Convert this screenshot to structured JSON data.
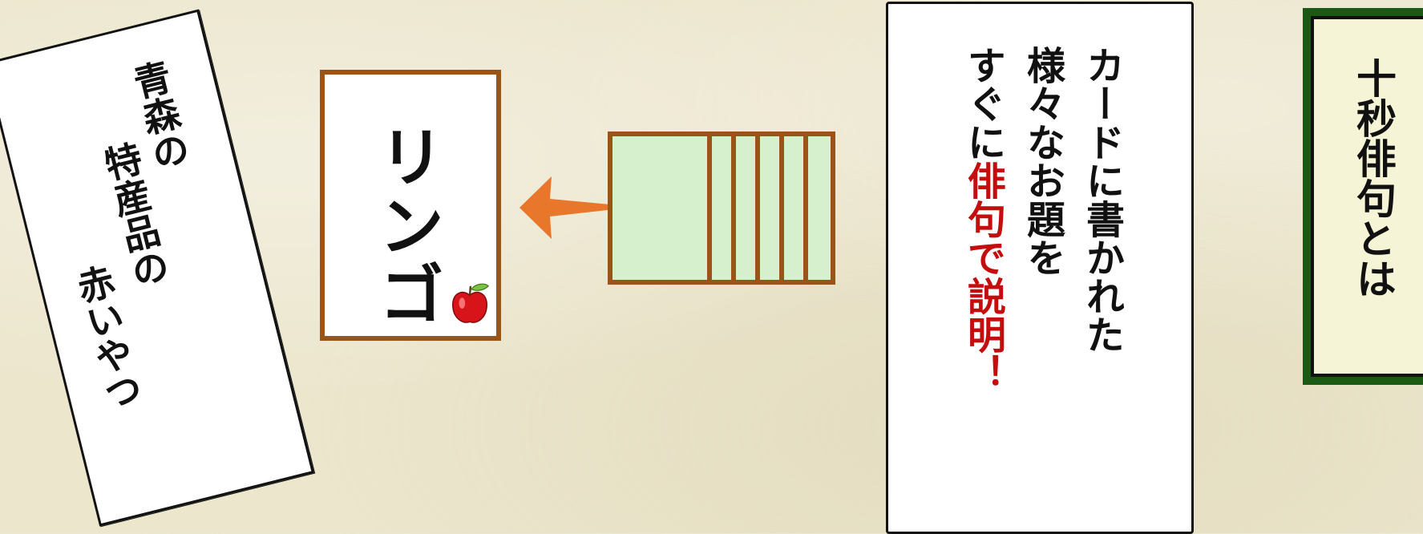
{
  "tanzaku": {
    "lines": [
      "青森の",
      "特産品の",
      "赤いやつ"
    ]
  },
  "card": {
    "word": "リンゴ",
    "icon": "apple-icon"
  },
  "arrow": {
    "icon": "arrow-left-icon",
    "color": "#e8772c"
  },
  "deck": {
    "icon": "card-deck-icon",
    "fill": "#d6efcc",
    "border": "#9a5418"
  },
  "explanation": {
    "line1": "カードに書かれた",
    "line2": "様々なお題を",
    "line3": "すぐに",
    "line4": "俳句で説明！"
  },
  "title": "十秒俳句とは",
  "colors": {
    "background": "#ece6cd",
    "accent_red": "#c40d0d",
    "frame_brown": "#9a5418",
    "plaque_green": "#1a5a14"
  }
}
